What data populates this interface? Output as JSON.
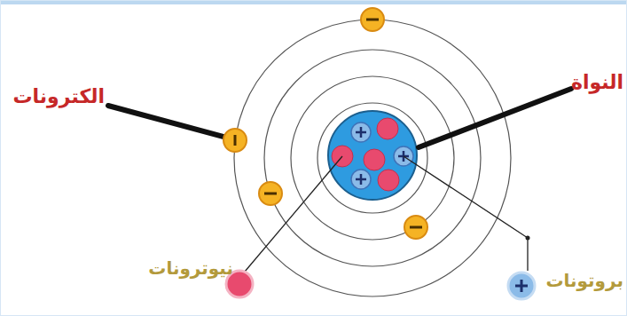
{
  "diagram": {
    "labels": [
      "الكترونات",
      "النواة",
      "نيوترونات",
      "بروتونات"
    ]
  }
}
